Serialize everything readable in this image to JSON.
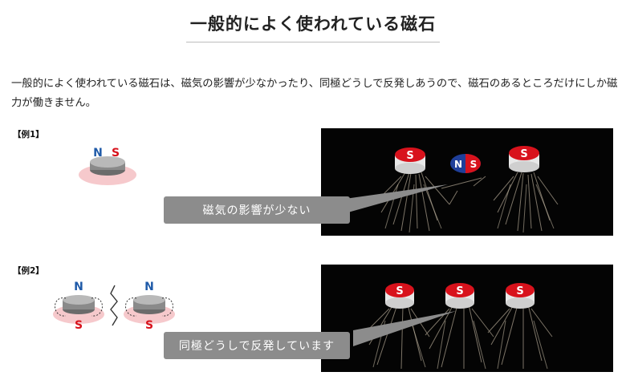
{
  "title": "一般的によく使われている磁石",
  "intro": "一般的によく使われている磁石は、磁気の影響が少なかったり、同極どうしで反発しあうので、磁石のあるところだけにしか磁力が働きません。",
  "example1": {
    "label": "【例1】",
    "pole_n": "N",
    "pole_s": "S",
    "photo_magnets": [
      {
        "face": "S",
        "color": "#d8121c"
      },
      {
        "face_n": "N",
        "face_s": "S",
        "n_color": "#1f3f9a",
        "s_color": "#d8121c"
      },
      {
        "face": "S",
        "color": "#d8121c"
      }
    ],
    "callout": "磁気の影響が少ない"
  },
  "example2": {
    "label": "【例2】",
    "pole_n": "N",
    "pole_s": "S",
    "photo_magnets": [
      "S",
      "S",
      "S"
    ],
    "callout": "同極どうしで反発しています"
  },
  "colors": {
    "north": "#1f5aa8",
    "south": "#d8121c",
    "callout_bg": "#8c8c8c",
    "photo_bg": "#040404"
  }
}
